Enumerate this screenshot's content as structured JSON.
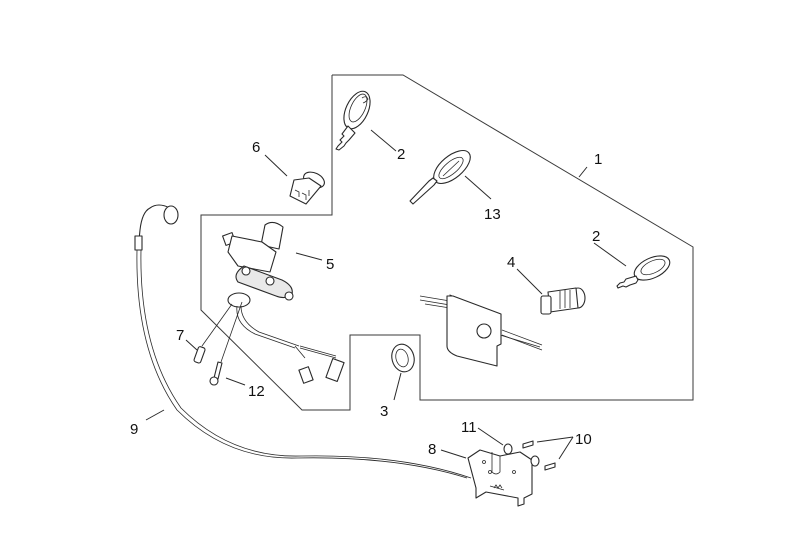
{
  "diagram": {
    "type": "exploded-parts-diagram",
    "callouts": [
      {
        "id": "c1",
        "number": "1",
        "part": "lock set assembly (outlined group)"
      },
      {
        "id": "c2a",
        "number": "2",
        "part": "key"
      },
      {
        "id": "c2b",
        "number": "2",
        "part": "key"
      },
      {
        "id": "c3",
        "number": "3",
        "part": "ring nut"
      },
      {
        "id": "c4",
        "number": "4",
        "part": "lock cylinder"
      },
      {
        "id": "c5",
        "number": "5",
        "part": "ignition switch"
      },
      {
        "id": "c6",
        "number": "6",
        "part": "cap"
      },
      {
        "id": "c7",
        "number": "7",
        "part": "shear bolt"
      },
      {
        "id": "c8",
        "number": "8",
        "part": "saddle lock plate"
      },
      {
        "id": "c9",
        "number": "9",
        "part": "saddle opening cable"
      },
      {
        "id": "c10",
        "number": "10",
        "part": "screws"
      },
      {
        "id": "c11",
        "number": "11",
        "part": "bushing"
      },
      {
        "id": "c12",
        "number": "12",
        "part": "screw"
      },
      {
        "id": "c13",
        "number": "13",
        "part": "transponder key"
      }
    ]
  }
}
